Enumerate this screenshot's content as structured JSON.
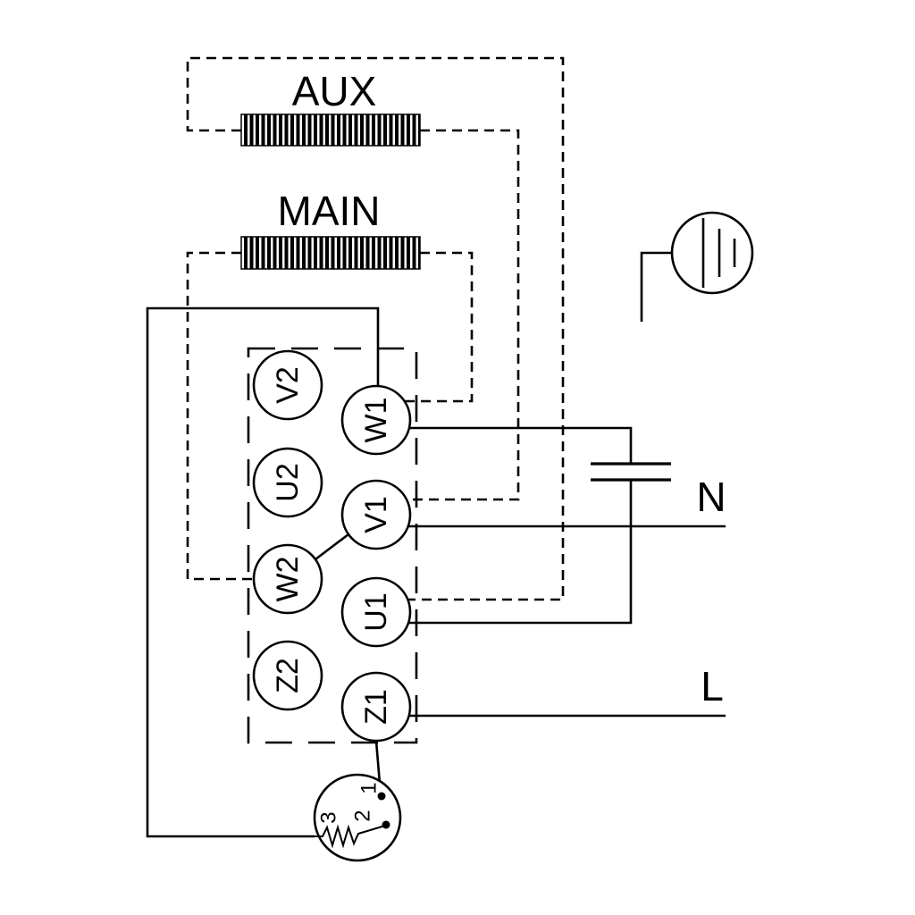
{
  "diagram": {
    "kind": "single-phase-motor-wiring-diagram",
    "windings": {
      "aux": "AUX",
      "main": "MAIN"
    },
    "terminals": {
      "V2": "V2",
      "U2": "U2",
      "W2": "W2",
      "Z2": "Z2",
      "W1": "W1",
      "V1": "V1",
      "U1": "U1",
      "Z1": "Z1"
    },
    "power": {
      "neutral": "N",
      "live": "L"
    },
    "thermal_protector": {
      "contact_1": "1",
      "contact_2": "2",
      "contact_3": "3"
    },
    "colors": {
      "line": "#000000",
      "background": "#ffffff"
    }
  }
}
